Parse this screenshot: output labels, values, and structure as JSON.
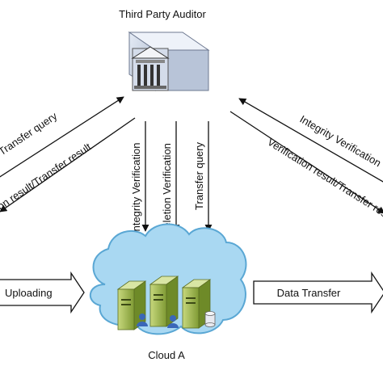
{
  "nodes": {
    "tpa": {
      "label": "Third Party Auditor",
      "icon": "auditor-building-server-icon"
    },
    "cloud": {
      "label": "Cloud A",
      "icon": "server-cluster-icon"
    }
  },
  "arrows": {
    "left_query": "query/Transfer query",
    "left_result": "ion result/Transfer result",
    "right_query": "Integrity Verification",
    "right_result": "Verification result/Transfer resu",
    "down_integrity": "Integrity Verification",
    "down_deletion": "Deletion Verification",
    "down_transfer": "Transfer query",
    "uploading": "Uploading",
    "data_transfer": "Data Transfer"
  },
  "colors": {
    "cloud_fill": "#a9d8f2",
    "cloud_stroke": "#5aa7d4",
    "arrow_stroke": "#111111",
    "server_green": "#9bb84a"
  }
}
